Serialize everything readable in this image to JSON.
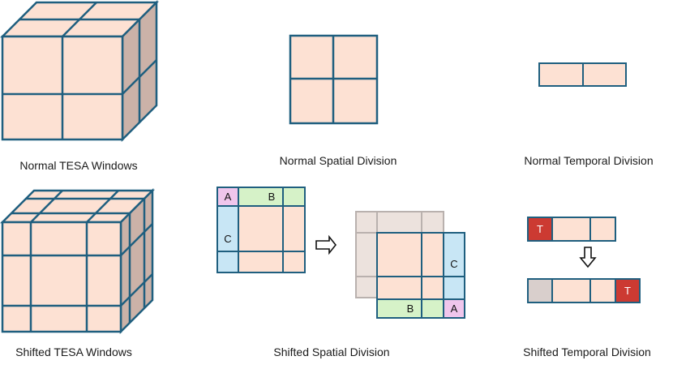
{
  "captions": {
    "normal_tesa": "Normal TESA Windows",
    "normal_spatial": "Normal Spatial Division",
    "normal_temporal": "Normal Temporal Division",
    "shifted_tesa": "Shifted TESA Windows",
    "shifted_spatial": "Shifted Spatial Division",
    "shifted_temporal": "Shifted Temporal Division"
  },
  "labels": {
    "a": "A",
    "b": "B",
    "c": "C",
    "t": "T"
  },
  "colors": {
    "peach": "#fde1d3",
    "side": "#cbb2a8",
    "grid": "#1f5f7f",
    "pink": "#f0c6ec",
    "green": "#d6f2c8",
    "blue": "#c8e6f5",
    "red": "#cc3a32",
    "gray": "#d9cfcc",
    "ghost": "#ece2dd"
  }
}
